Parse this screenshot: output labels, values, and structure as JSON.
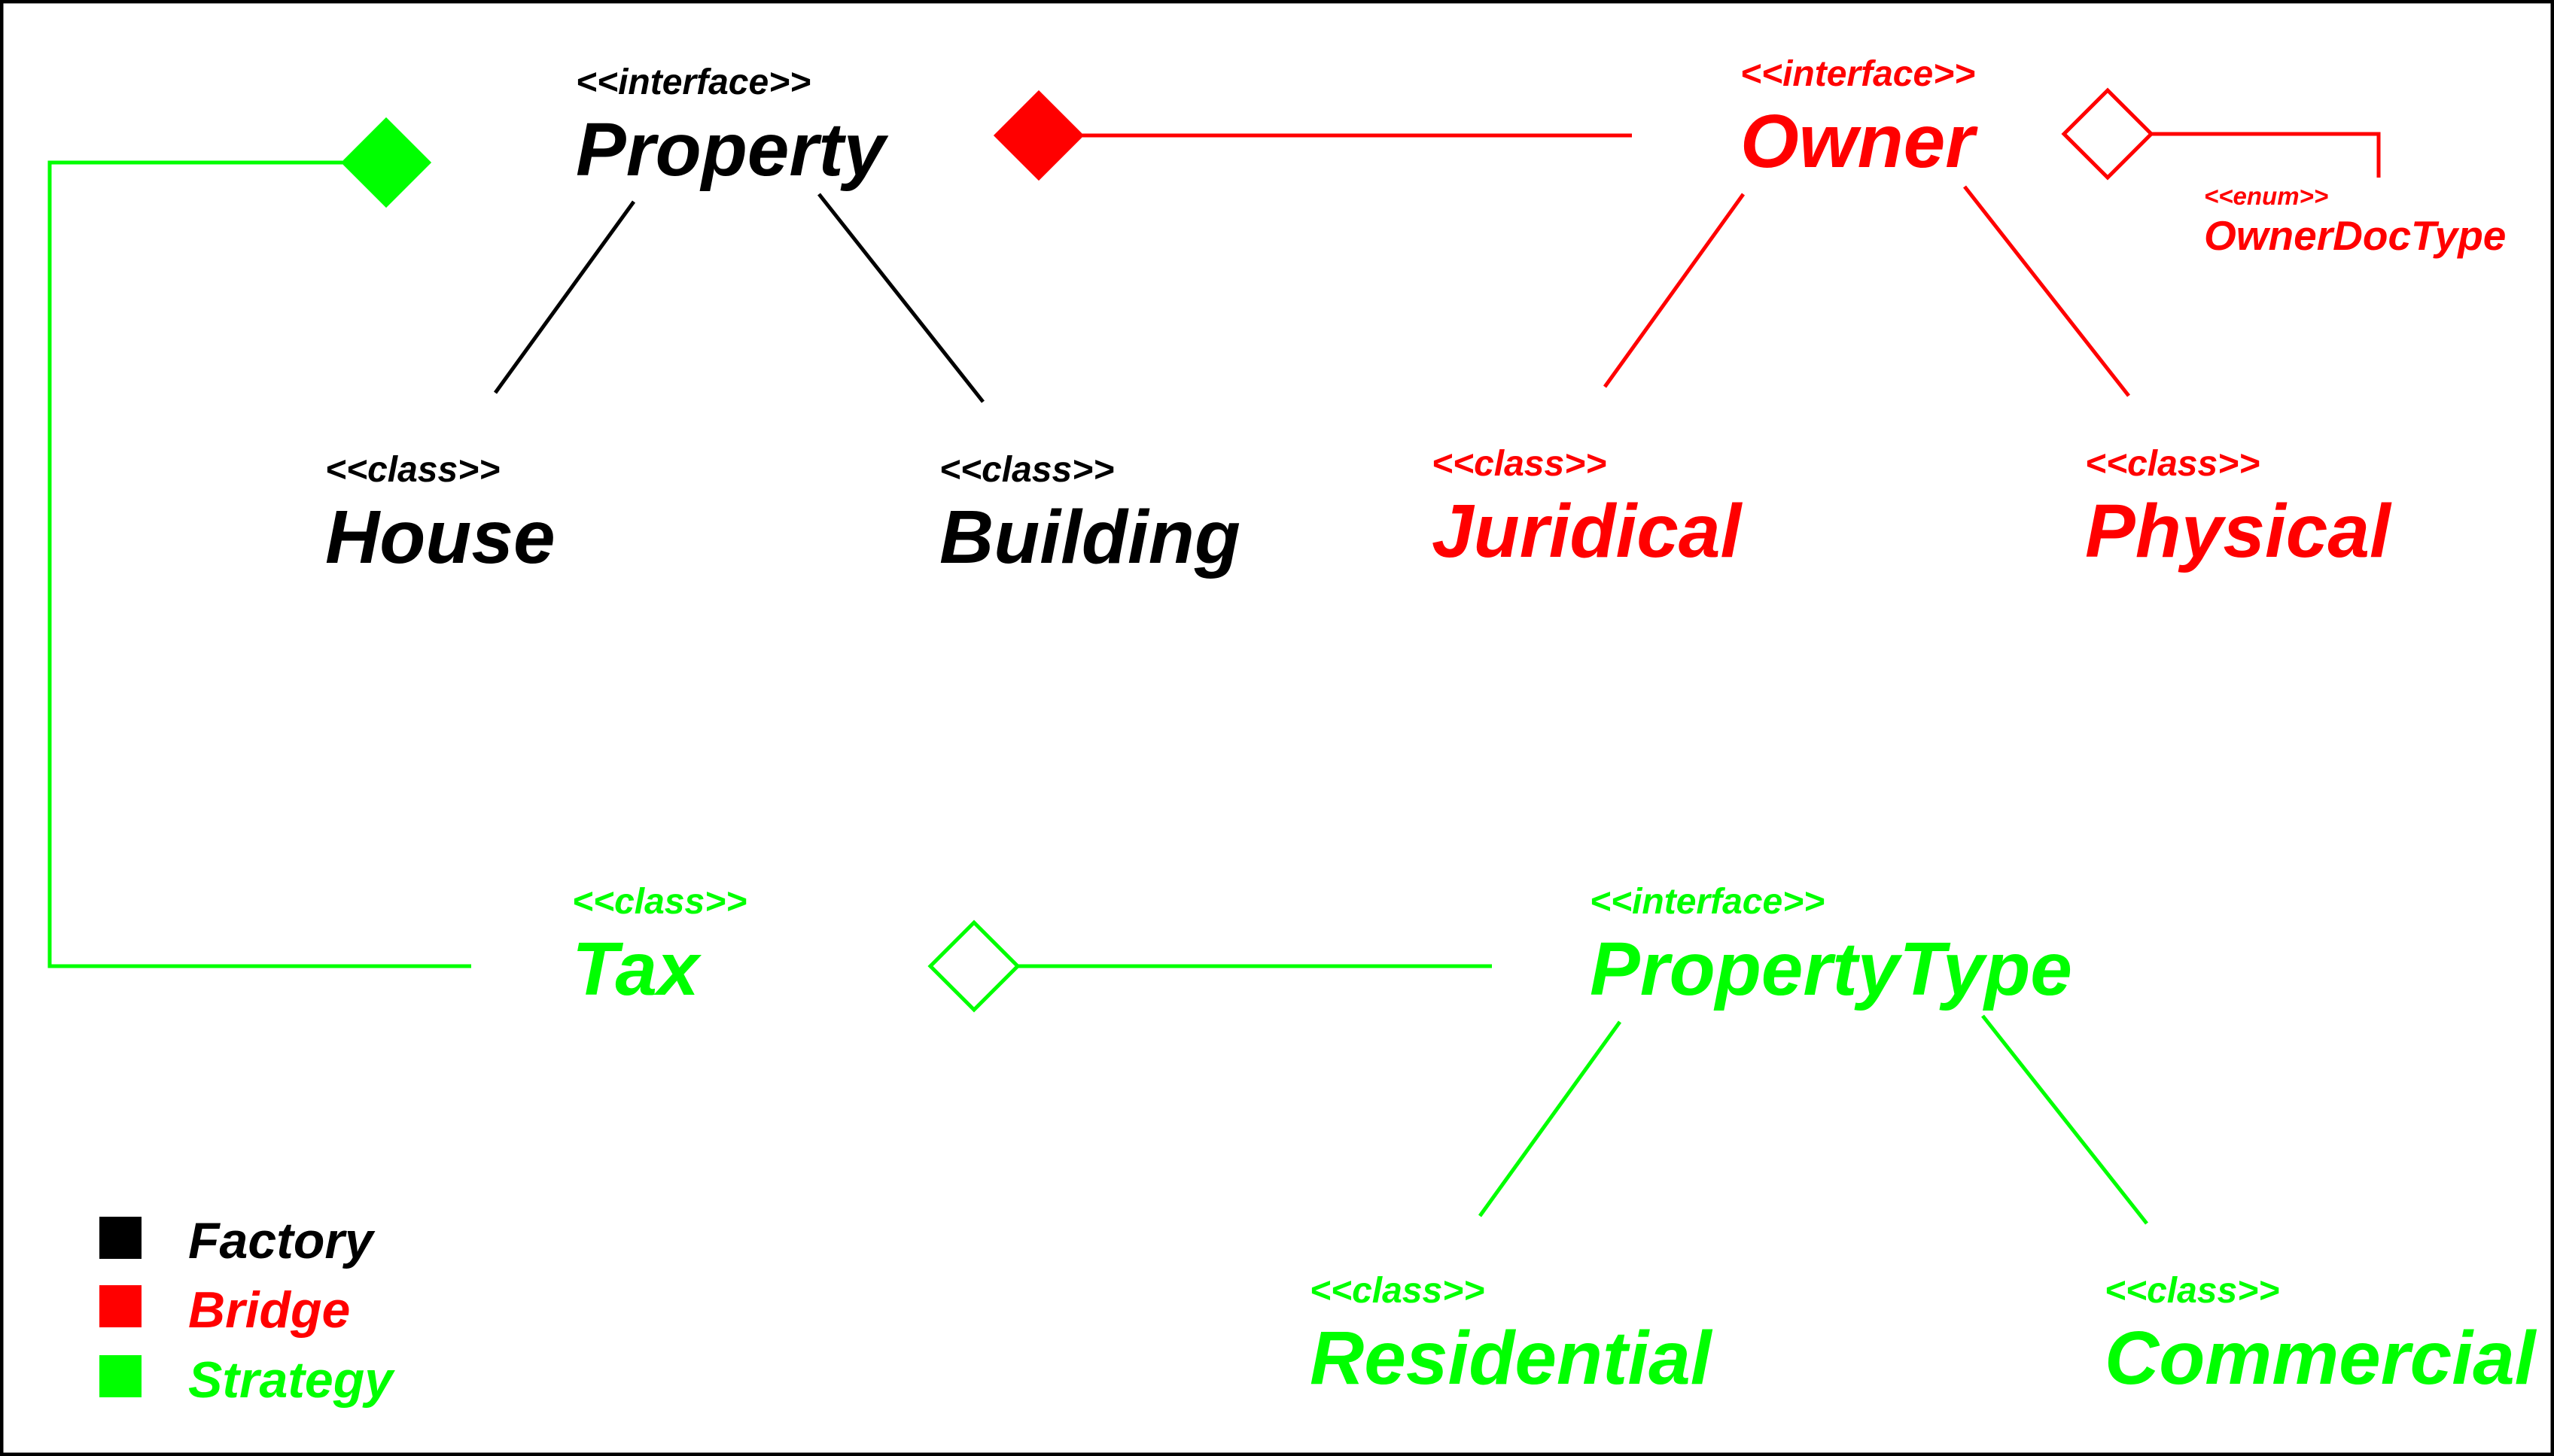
{
  "colors": {
    "factory": "#000000",
    "bridge": "#ff0000",
    "strategy": "#00ff00"
  },
  "nodes": {
    "property": {
      "stereotype": "<<interface>>",
      "name": "Property"
    },
    "house": {
      "stereotype": "<<class>>",
      "name": "House"
    },
    "building": {
      "stereotype": "<<class>>",
      "name": "Building"
    },
    "owner": {
      "stereotype": "<<interface>>",
      "name": "Owner"
    },
    "owner_doc_type": {
      "stereotype": "<<enum>>",
      "name": "OwnerDocType"
    },
    "juridical": {
      "stereotype": "<<class>>",
      "name": "Juridical"
    },
    "physical": {
      "stereotype": "<<class>>",
      "name": "Physical"
    },
    "tax": {
      "stereotype": "<<class>>",
      "name": "Tax"
    },
    "property_type": {
      "stereotype": "<<interface>>",
      "name": "PropertyType"
    },
    "residential": {
      "stereotype": "<<class>>",
      "name": "Residential"
    },
    "commercial": {
      "stereotype": "<<class>>",
      "name": "Commercial"
    }
  },
  "legend": [
    {
      "label": "Factory",
      "color": "#000000"
    },
    {
      "label": "Bridge",
      "color": "#ff0000"
    },
    {
      "label": "Strategy",
      "color": "#00ff00"
    }
  ]
}
